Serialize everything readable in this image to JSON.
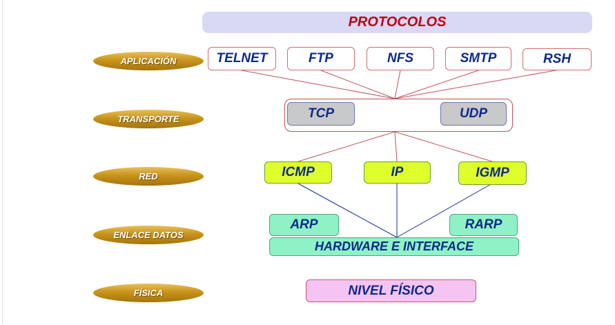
{
  "title": "PROTOCOLOS",
  "layers": {
    "aplicacion": "APLICACIÓN",
    "transporte": "TRANSPORTE",
    "red": "RED",
    "enlace": "ENLACE DATOS",
    "fisica": "FÍSICA"
  },
  "aplicacion_protocols": [
    "TELNET",
    "FTP",
    "NFS",
    "SMTP",
    "RSH"
  ],
  "transporte_protocols": [
    "TCP",
    "UDP"
  ],
  "red_protocols": [
    "ICMP",
    "IP",
    "IGMP"
  ],
  "enlace_protocols": [
    "ARP",
    "RARP"
  ],
  "enlace_hardware": "HARDWARE E INTERFACE",
  "fisica_box": "NIVEL FÍSICO",
  "colors": {
    "title_bg": "#d9d9f5",
    "title_text": "#c00018",
    "layer_gold": "#c8941c",
    "box_text": "#0c2a88",
    "red_line": "#c05058",
    "blue_line": "#1a2a9a"
  }
}
